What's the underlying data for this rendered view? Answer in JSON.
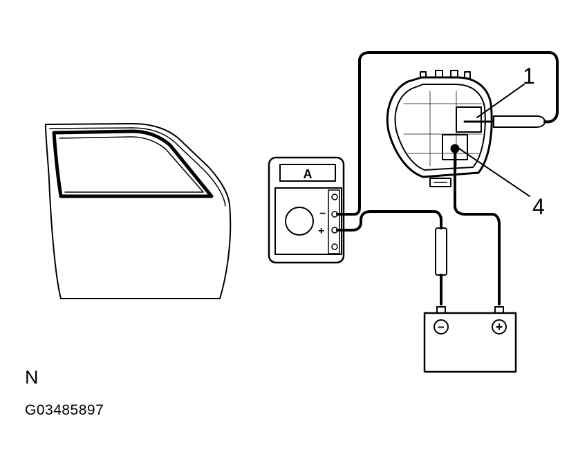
{
  "diagram": {
    "callouts": {
      "connector_terminal_1": "1",
      "connector_terminal_4": "4"
    },
    "meter": {
      "display": "A",
      "minus_sign": "−",
      "plus_sign": "+"
    },
    "battery": {
      "negative_symbol": "−",
      "positive_symbol": "+"
    },
    "door_orientation": "N",
    "figure_code": "G03485897",
    "colors": {
      "line": "#000000",
      "background": "#ffffff"
    }
  }
}
